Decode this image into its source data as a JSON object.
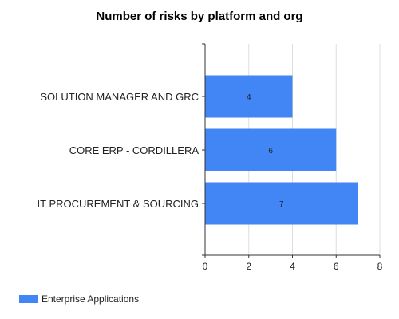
{
  "chart_data": {
    "type": "bar",
    "orientation": "horizontal",
    "title": "Number of risks by platform and org",
    "categories": [
      "SOLUTION MANAGER AND GRC",
      "CORE ERP - CORDILLERA",
      "IT PROCUREMENT & SOURCING"
    ],
    "series": [
      {
        "name": "Enterprise Applications",
        "values": [
          4,
          6,
          7
        ],
        "color": "#4285f4"
      }
    ],
    "xlabel": "",
    "ylabel": "",
    "xlim": [
      0,
      8
    ],
    "xticks": [
      0,
      2,
      4,
      6,
      8
    ],
    "grid": true,
    "legend_position": "bottom-left",
    "data_labels": true
  }
}
